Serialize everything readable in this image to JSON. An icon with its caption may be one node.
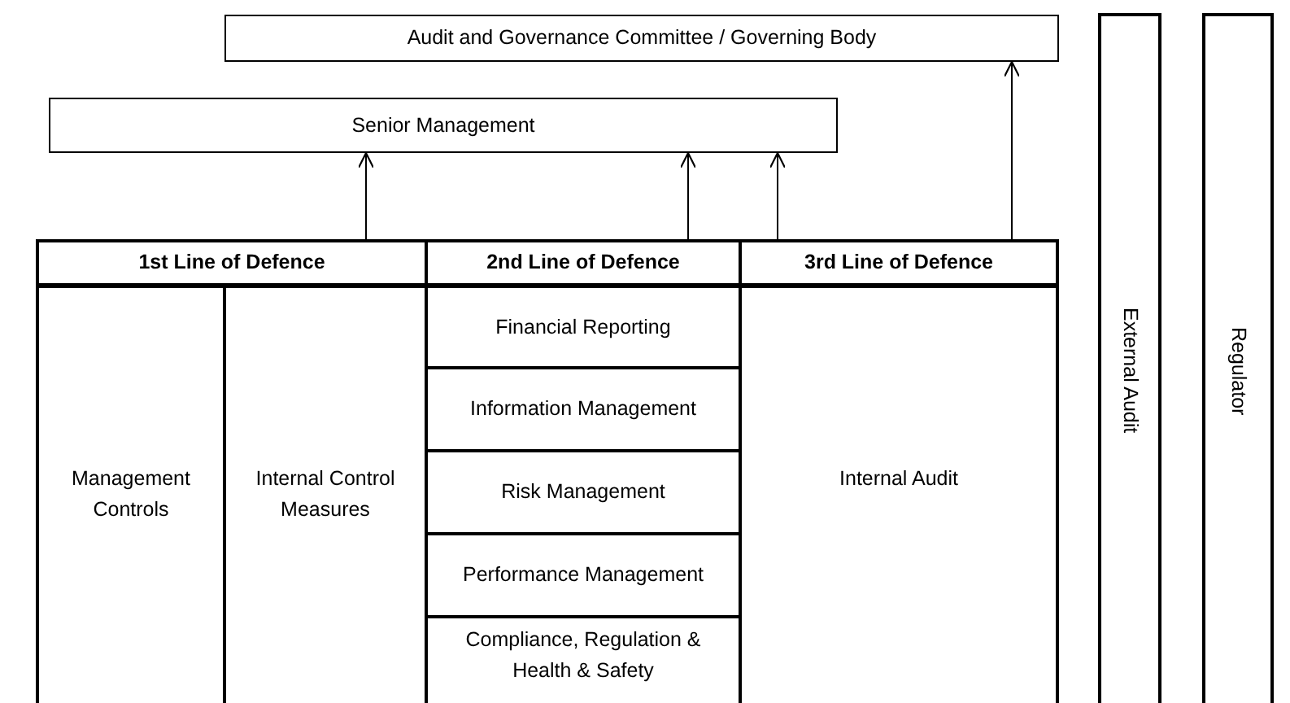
{
  "diagram": {
    "nodes": [
      {
        "text": [
          "Audit and Governance Committee / Governing Body"
        ]
      },
      {
        "text": [
          "Senior Management"
        ]
      },
      {
        "text": [
          "1st Line of Defence"
        ]
      },
      {
        "text": [
          "Management Controls"
        ]
      },
      {
        "text": [
          "Internal Control Measures"
        ]
      },
      {
        "text": [
          "2nd Line of Defence"
        ]
      },
      {
        "text": [
          "Financial Reporting"
        ]
      },
      {
        "text": [
          "Information Management"
        ]
      },
      {
        "text": [
          "Risk Management"
        ]
      },
      {
        "text": [
          "Performance Management"
        ]
      },
      {
        "text": [
          "Compliance, Regulation & Health & Safety"
        ]
      },
      {
        "text": [
          "3rd Line of Defence"
        ]
      },
      {
        "text": [
          "Internal Audit"
        ]
      },
      {
        "text": [
          "External Audit"
        ]
      },
      {
        "text": [
          "Regulator"
        ]
      }
    ],
    "edges": [
      {
        "from": 2,
        "to": 1,
        "arrow": "to"
      },
      {
        "from": 5,
        "to": 1,
        "arrow": "to"
      },
      {
        "from": 11,
        "to": 1,
        "arrow": "to"
      },
      {
        "from": 11,
        "to": 0,
        "arrow": "to"
      }
    ]
  }
}
